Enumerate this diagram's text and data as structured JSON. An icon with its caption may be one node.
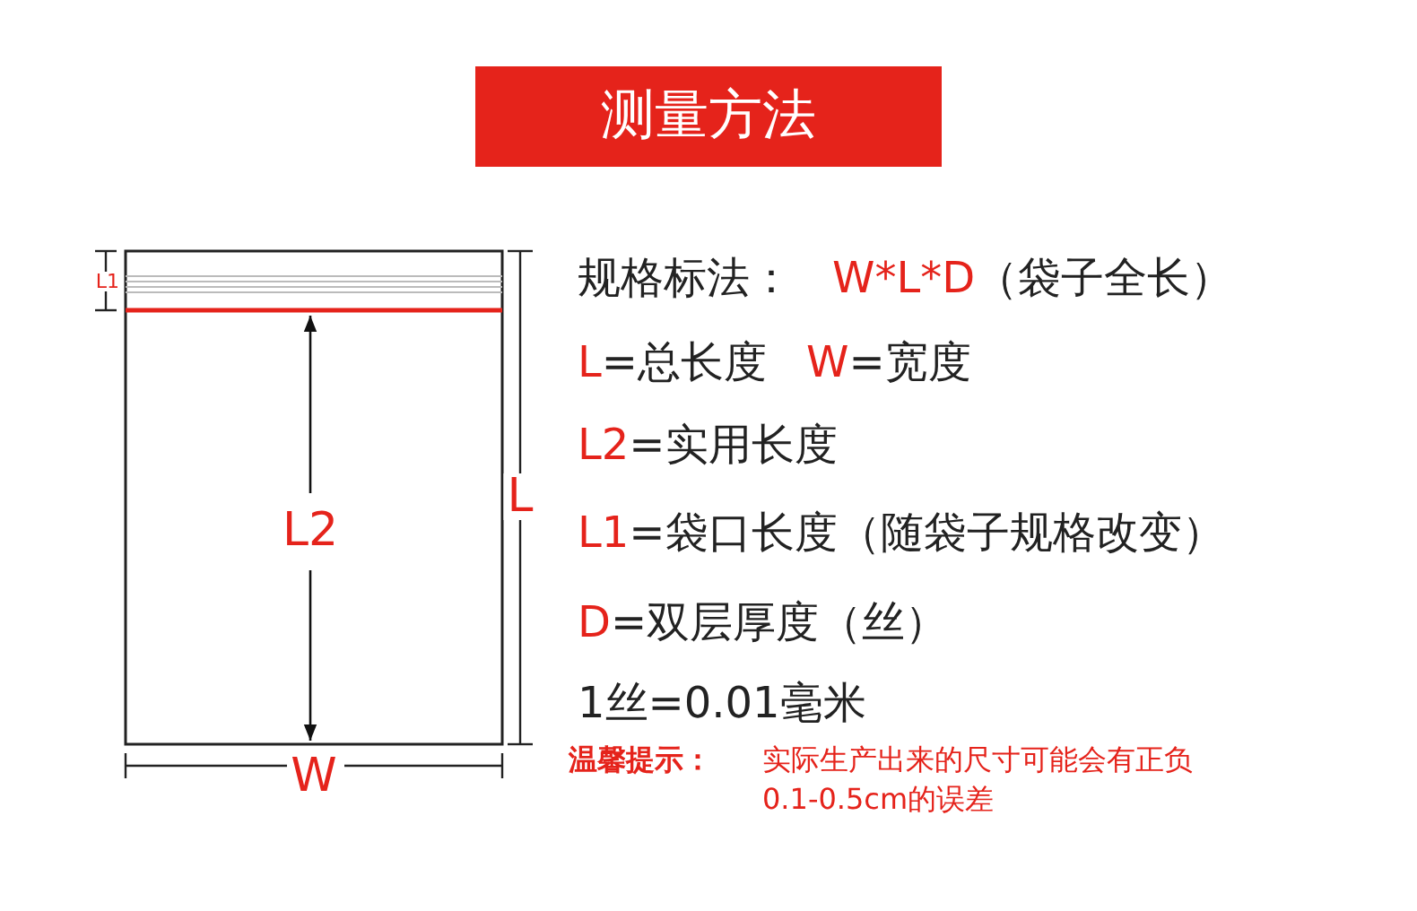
{
  "diagram": {
    "title": "测量方法",
    "labels": [
      "L1",
      "L2",
      "L",
      "W",
      "规格标法：",
      "W*L*D",
      "（袋子全长）",
      "L",
      "=总长度",
      "W",
      "=宽度",
      "L2",
      "=实用长度",
      "L1",
      "=袋口长度（随袋子规格改变）",
      "D",
      "=双层厚度（丝）",
      "1丝=0.01毫米",
      "温馨提示：",
      "实际生产出来的尺寸可能会有正负0.1-0.5cm的误差"
    ]
  }
}
